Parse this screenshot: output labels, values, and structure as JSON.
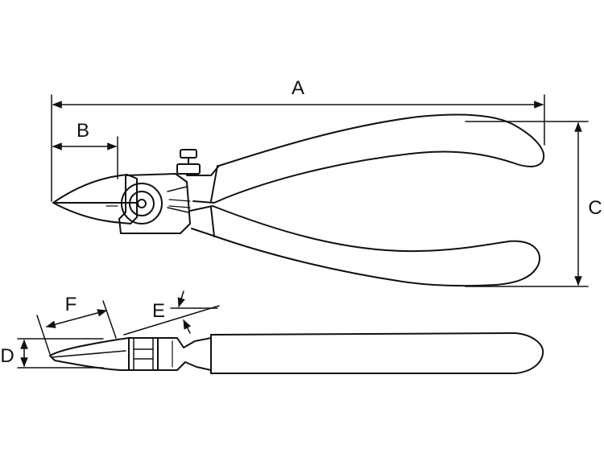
{
  "diagram": {
    "labels": {
      "A": "A",
      "B": "B",
      "C": "C",
      "D": "D",
      "E": "E",
      "F": "F"
    },
    "colors": {
      "stroke": "#111111",
      "background": "#ffffff"
    }
  }
}
